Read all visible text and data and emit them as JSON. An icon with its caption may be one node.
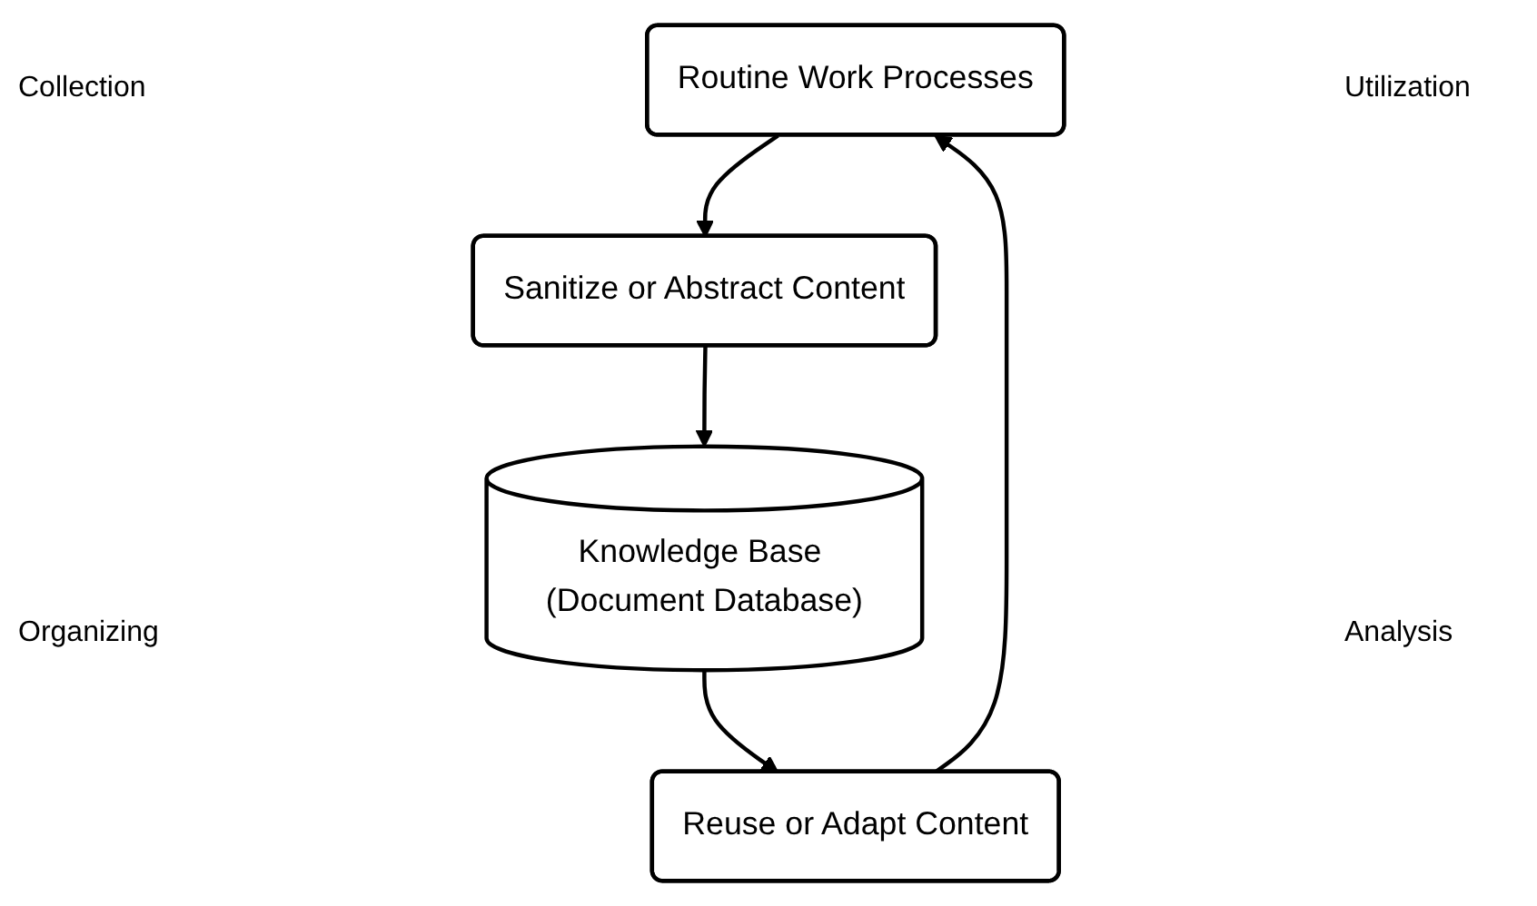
{
  "diagram": {
    "nodes": [
      {
        "text": [
          "Routine Work Processes"
        ]
      },
      {
        "text": [
          "Sanitize or Abstract Content"
        ]
      },
      {
        "text": [
          "Reuse or Adapt Content"
        ]
      },
      {
        "text": [
          "Knowledge Base (Document Database)"
        ]
      }
    ],
    "edges": [
      {
        "from": 0,
        "to": 1,
        "arrow": "to"
      },
      {
        "from": 1,
        "to": 3,
        "arrow": "to"
      },
      {
        "from": 3,
        "to": 2,
        "arrow": "to"
      },
      {
        "from": 2,
        "to": 0,
        "arrow": "to"
      }
    ],
    "labels": [
      "Collection",
      "Utilization",
      "Organizing",
      "Analysis"
    ]
  }
}
